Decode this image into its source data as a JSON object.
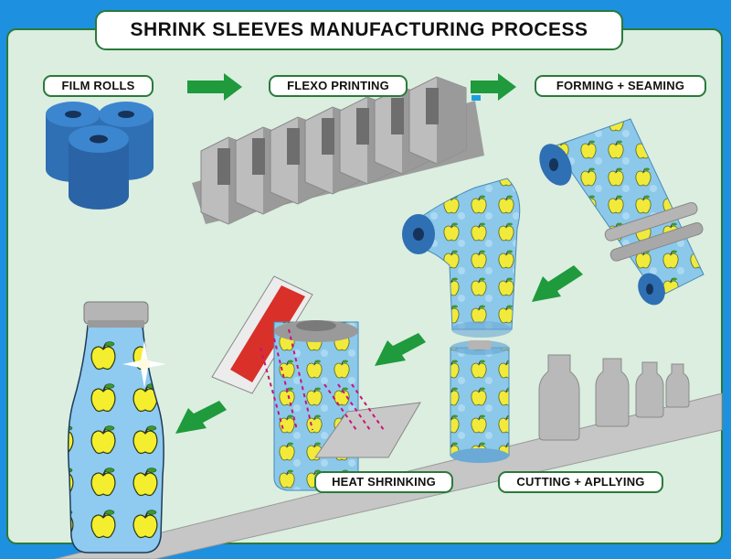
{
  "title": "SHRINK SLEEVES MANUFACTURING PROCESS",
  "steps": {
    "film_rolls": "FILM ROLLS",
    "flexo_printing": "FLEXO PRINTING",
    "forming_seaming": "FORMING + SEAMING",
    "cutting_applying": "CUTTING + APLLYING",
    "heat_shrinking": "HEAT SHRINKING"
  },
  "colors": {
    "border": "#1e90e0",
    "panel": "#dbeee0",
    "panel_outline": "#2a7a3a",
    "arrow": "#1f9a3c",
    "film": "#2f6fb3",
    "sleeve": "#8cc8ea",
    "apple": "#f2ea3a",
    "machine": "#b9b9b9",
    "heater": "#d9302a"
  },
  "ink_colors": [
    "#f2c000",
    "#f2c000",
    "#e0d000",
    "#c8147a",
    "#1aa0e0",
    "#111111",
    "#1aa0e0"
  ]
}
